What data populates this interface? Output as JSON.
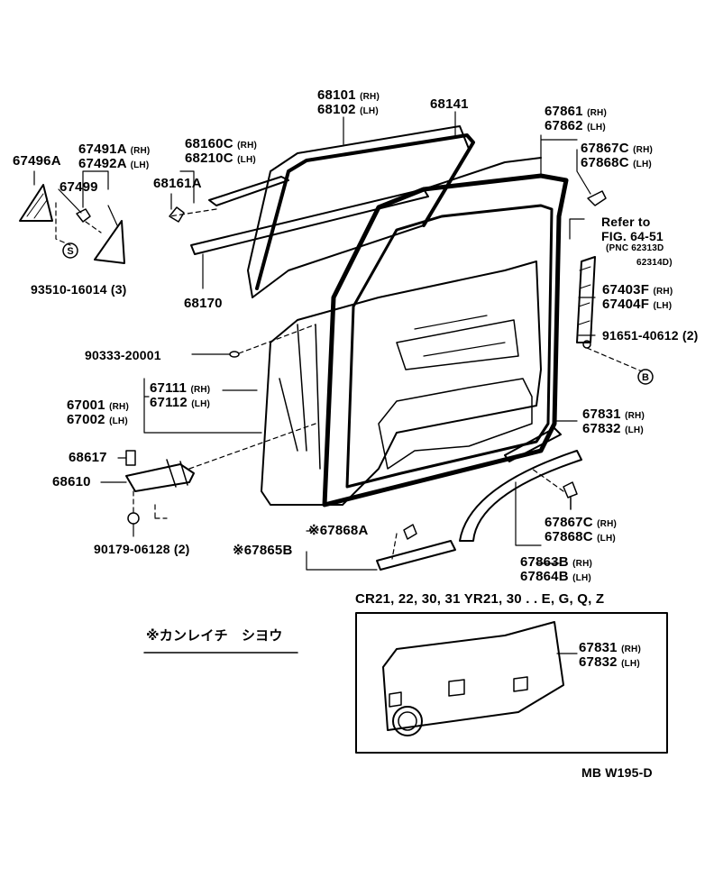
{
  "parts": {
    "p68101": "68101",
    "p68101_tag": "(RH)",
    "p68102": "68102",
    "p68102_tag": "(LH)",
    "p68141": "68141",
    "p67861": "67861",
    "p67861_tag": "(RH)",
    "p67862": "67862",
    "p67862_tag": "(LH)",
    "p67867C_top": "67867C",
    "p67867C_top_tag": "(RH)",
    "p67868C_top": "67868C",
    "p67868C_top_tag": "(LH)",
    "p67496A": "67496A",
    "p67491A": "67491A",
    "p67491A_tag": "(RH)",
    "p67492A": "67492A",
    "p67492A_tag": "(LH)",
    "p68160C": "68160C",
    "p68160C_tag": "(RH)",
    "p68210C": "68210C",
    "p68210C_tag": "(LH)",
    "p67499": "67499",
    "p68161A": "68161A",
    "p93510": "93510-16014",
    "p93510_qty": "(3)",
    "p68170": "68170",
    "refer_line1": "Refer  to",
    "refer_line2": "FIG. 64-51",
    "refer_line3": "(PNC  62313D",
    "refer_line4": "62314D)",
    "p67403F": "67403F",
    "p67403F_tag": "(RH)",
    "p67404F": "67404F",
    "p67404F_tag": "(LH)",
    "p91651": "91651-40612",
    "p91651_qty": "(2)",
    "p90333": "90333-20001",
    "p67111": "67111",
    "p67111_tag": "(RH)",
    "p67112": "67112",
    "p67112_tag": "(LH)",
    "p67001": "67001",
    "p67001_tag": "(RH)",
    "p67002": "67002",
    "p67002_tag": "(LH)",
    "p67831": "67831",
    "p67831_tag": "(RH)",
    "p67832": "67832",
    "p67832_tag": "(LH)",
    "p68617": "68617",
    "p68610": "68610",
    "p67868A": "※67868A",
    "p67865B": "※67865B",
    "p90179": "90179-06128",
    "p90179_qty": "(2)",
    "p67867C_bot": "67867C",
    "p67867C_bot_tag": "(RH)",
    "p67868C_bot": "67868C",
    "p67868C_bot_tag": "(LH)",
    "p67863B": "67863B",
    "p67863B_tag": "(RH)",
    "p67864B": "67864B",
    "p67864B_tag": "(LH)",
    "p67831_inset": "67831",
    "p67831_inset_tag": "(RH)",
    "p67832_inset": "67832",
    "p67832_inset_tag": "(LH)"
  },
  "note": "※カンレイチ　シヨウ",
  "inset_title": "CR21, 22, 30, 31 YR21, 30 . . E, G, Q, Z",
  "figure_code": "MB   W195-D",
  "circle_s": "S",
  "circle_b": "B"
}
